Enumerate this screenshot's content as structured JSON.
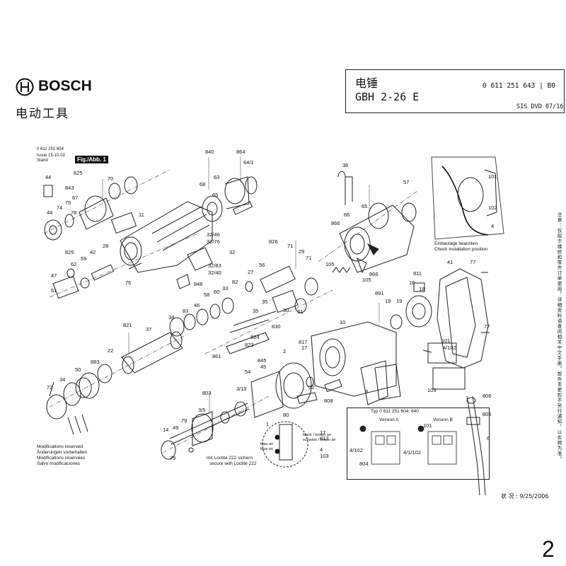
{
  "header": {
    "brand": "BOSCH",
    "subtitle": "电动工具",
    "title_cn": "电锤",
    "model": "GBH 2-26 E",
    "part_number": "0 611 251 643 | B0",
    "sis": "SIS DVD 07/16"
  },
  "diagram_header": {
    "number": "0 611 251 604",
    "issue": "Issue 15-10-02",
    "stand": "Stand",
    "fig_label": "Fig./Abb. 1"
  },
  "install_note": [
    "Einbaulage beachten",
    "Check installation position"
  ],
  "modifications_note": [
    "Modifications reserved",
    "Änderungen vorbehalten",
    "Modifications réservées",
    "Salvo modificaciones"
  ],
  "loctite_note": [
    "mit Loctite 222 sichern",
    "secure with Loctite 222"
  ],
  "wire_note": [
    "black / brown on",
    "schwarz / braun an",
    "blau an",
    "blue on"
  ],
  "typ_label": "Typ 0 611 251 604; 640",
  "version_a": "Version A",
  "version_b": "Version B",
  "side_note": "注意：仅限于维修和零件订单使用，详细资料请查阅相关中文手册。部件变更恕不另行通知，以实物为准。",
  "status": "状 况 : 9/25/2006",
  "page_number": "2",
  "part_labels": [
    "840",
    "864",
    "64/1",
    "44",
    "825",
    "843",
    "74",
    "75",
    "67",
    "70",
    "63",
    "68",
    "65",
    "11",
    "32/46",
    "32/76",
    "32",
    "32/83",
    "32/40",
    "44",
    "78",
    "825",
    "62",
    "59",
    "42",
    "28",
    "47",
    "76",
    "61",
    "826",
    "71",
    "29",
    "71",
    "27",
    "56",
    "82",
    "846",
    "58",
    "60",
    "33",
    "36",
    "66",
    "65",
    "57",
    "866",
    "105",
    "866",
    "105",
    "101",
    "102",
    "4",
    "41",
    "77",
    "811",
    "16",
    "19",
    "19",
    "18",
    "891",
    "35",
    "30",
    "31",
    "35",
    "830",
    "824",
    "823",
    "861",
    "821",
    "37",
    "38",
    "83",
    "46",
    "10",
    "2",
    "817",
    "17",
    "77",
    "103",
    "101",
    "4/102",
    "22",
    "883",
    "50",
    "34",
    "72",
    "54",
    "845",
    "45",
    "80",
    "52",
    "803",
    "3/13",
    "3/5",
    "9",
    "808",
    "1",
    "806",
    "805",
    "6",
    "79",
    "49",
    "14",
    "79",
    "17",
    "817",
    "4",
    "103",
    "804",
    "4/102",
    "4/1/102",
    "101"
  ]
}
